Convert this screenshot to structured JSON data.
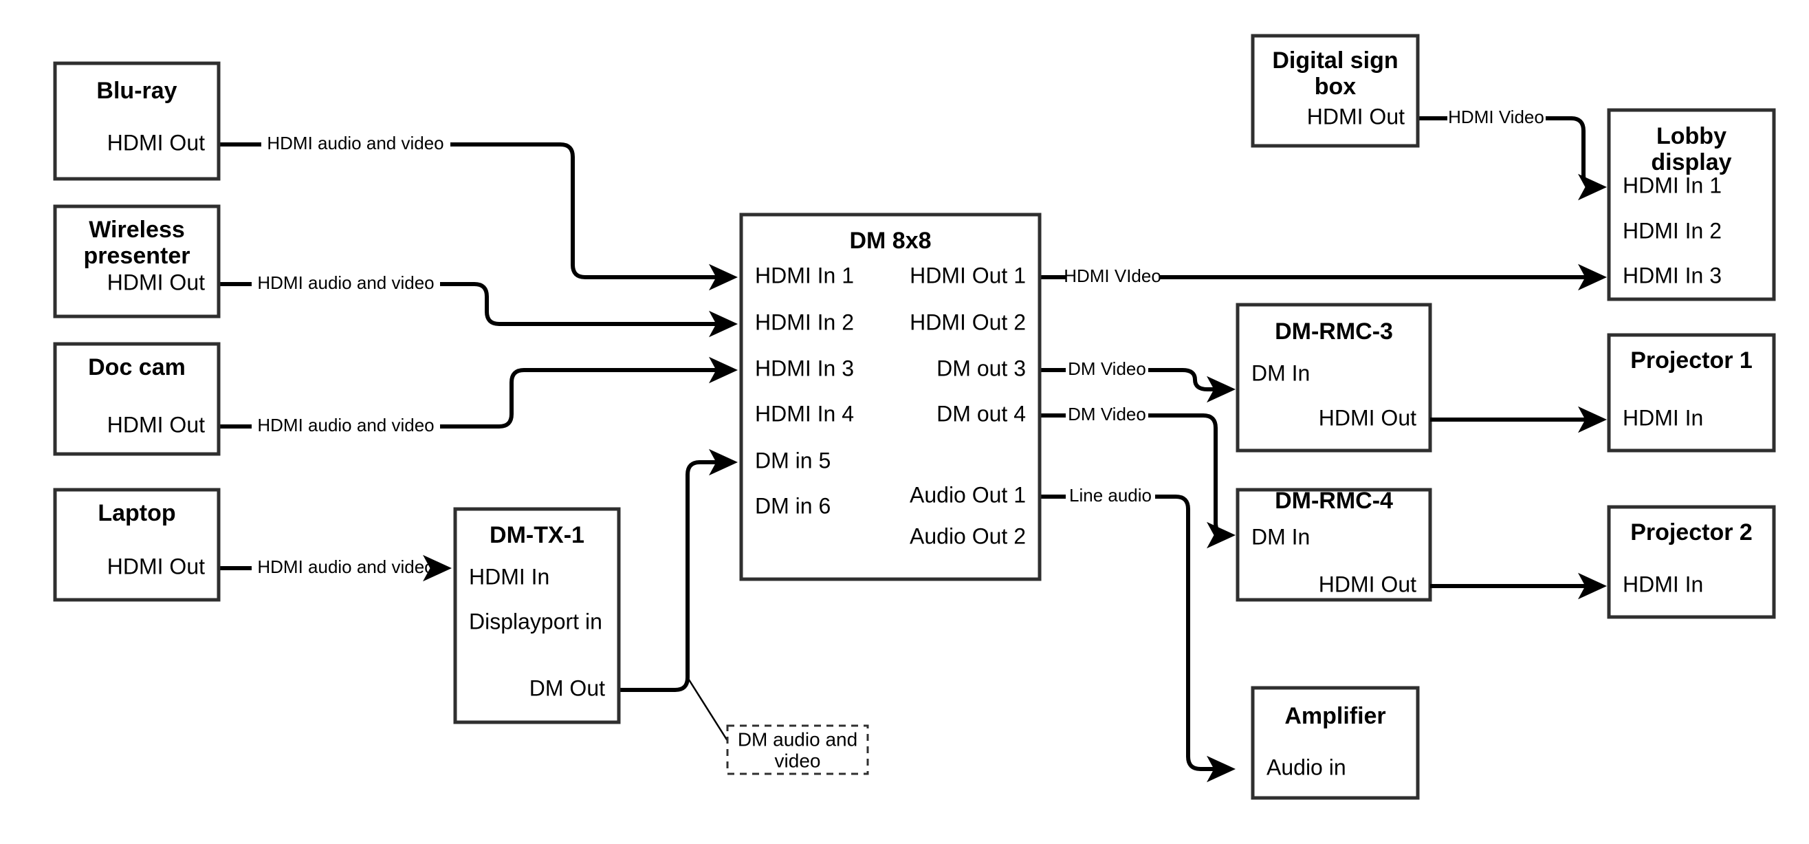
{
  "diagram": {
    "title": "AV signal flow diagram",
    "background_color": "#ffffff",
    "line_color": "#000000",
    "box_stroke_color": "#2f2f2f"
  },
  "nodes": {
    "bluray": {
      "title": "Blu-ray",
      "ports": [
        {
          "label": "HDMI Out"
        }
      ]
    },
    "wireless": {
      "title": "Wireless presenter",
      "title_line1": "Wireless",
      "title_line2": "presenter",
      "ports": [
        {
          "label": "HDMI Out"
        }
      ]
    },
    "doccam": {
      "title": "Doc cam",
      "ports": [
        {
          "label": "HDMI Out"
        }
      ]
    },
    "laptop": {
      "title": "Laptop",
      "ports": [
        {
          "label": "HDMI Out"
        }
      ]
    },
    "dmtx1": {
      "title": "DM-TX-1",
      "ports": [
        {
          "label": "HDMI In"
        },
        {
          "label": "Displayport in"
        },
        {
          "label": "DM Out"
        }
      ]
    },
    "dm8x8": {
      "title": "DM 8x8",
      "inputs": [
        "HDMI In 1",
        "HDMI In 2",
        "HDMI In 3",
        "HDMI In 4",
        "DM in 5",
        "DM in 6"
      ],
      "outputs": [
        "HDMI Out 1",
        "HDMI Out 2",
        "DM out 3",
        "DM out 4",
        "Audio Out 1",
        "Audio Out 2"
      ]
    },
    "digitalsign": {
      "title": "Digital sign box",
      "title_line1": "Digital sign",
      "title_line2": "box",
      "ports": [
        {
          "label": "HDMI Out"
        }
      ]
    },
    "lobby": {
      "title": "Lobby display",
      "title_line1": "Lobby",
      "title_line2": "display",
      "ports": [
        {
          "label": "HDMI In 1"
        },
        {
          "label": "HDMI In 2"
        },
        {
          "label": "HDMI In 3"
        }
      ]
    },
    "rmc3": {
      "title": "DM-RMC-3",
      "ports": [
        {
          "label": "DM In"
        },
        {
          "label": "HDMI Out"
        }
      ]
    },
    "rmc4": {
      "title": "DM-RMC-4",
      "ports": [
        {
          "label": "DM In"
        },
        {
          "label": "HDMI Out"
        }
      ]
    },
    "projector1": {
      "title": "Projector 1",
      "ports": [
        {
          "label": "HDMI In"
        }
      ]
    },
    "projector2": {
      "title": "Projector 2",
      "ports": [
        {
          "label": "HDMI In"
        }
      ]
    },
    "amplifier": {
      "title": "Amplifier",
      "ports": [
        {
          "label": "Audio in"
        }
      ]
    }
  },
  "edges": {
    "bluray_to_in1": {
      "label": "HDMI audio and video"
    },
    "wireless_to_in2": {
      "label": "HDMI audio and video"
    },
    "doccam_to_in3": {
      "label": "HDMI audio and video"
    },
    "laptop_to_tx": {
      "label": "HDMI audio and video"
    },
    "sign_to_lobby1": {
      "label": "HDMI Video"
    },
    "hdmiout1_to_lobby3": {
      "label": "HDMI VIdeo"
    },
    "dmout3_to_rmc3": {
      "label": "DM Video"
    },
    "dmout4_to_rmc4": {
      "label": "DM Video"
    },
    "audioout1_to_amp": {
      "label": "Line audio"
    }
  },
  "callouts": {
    "dm_audio_video": {
      "line1": "DM audio and",
      "line2": "video"
    }
  }
}
